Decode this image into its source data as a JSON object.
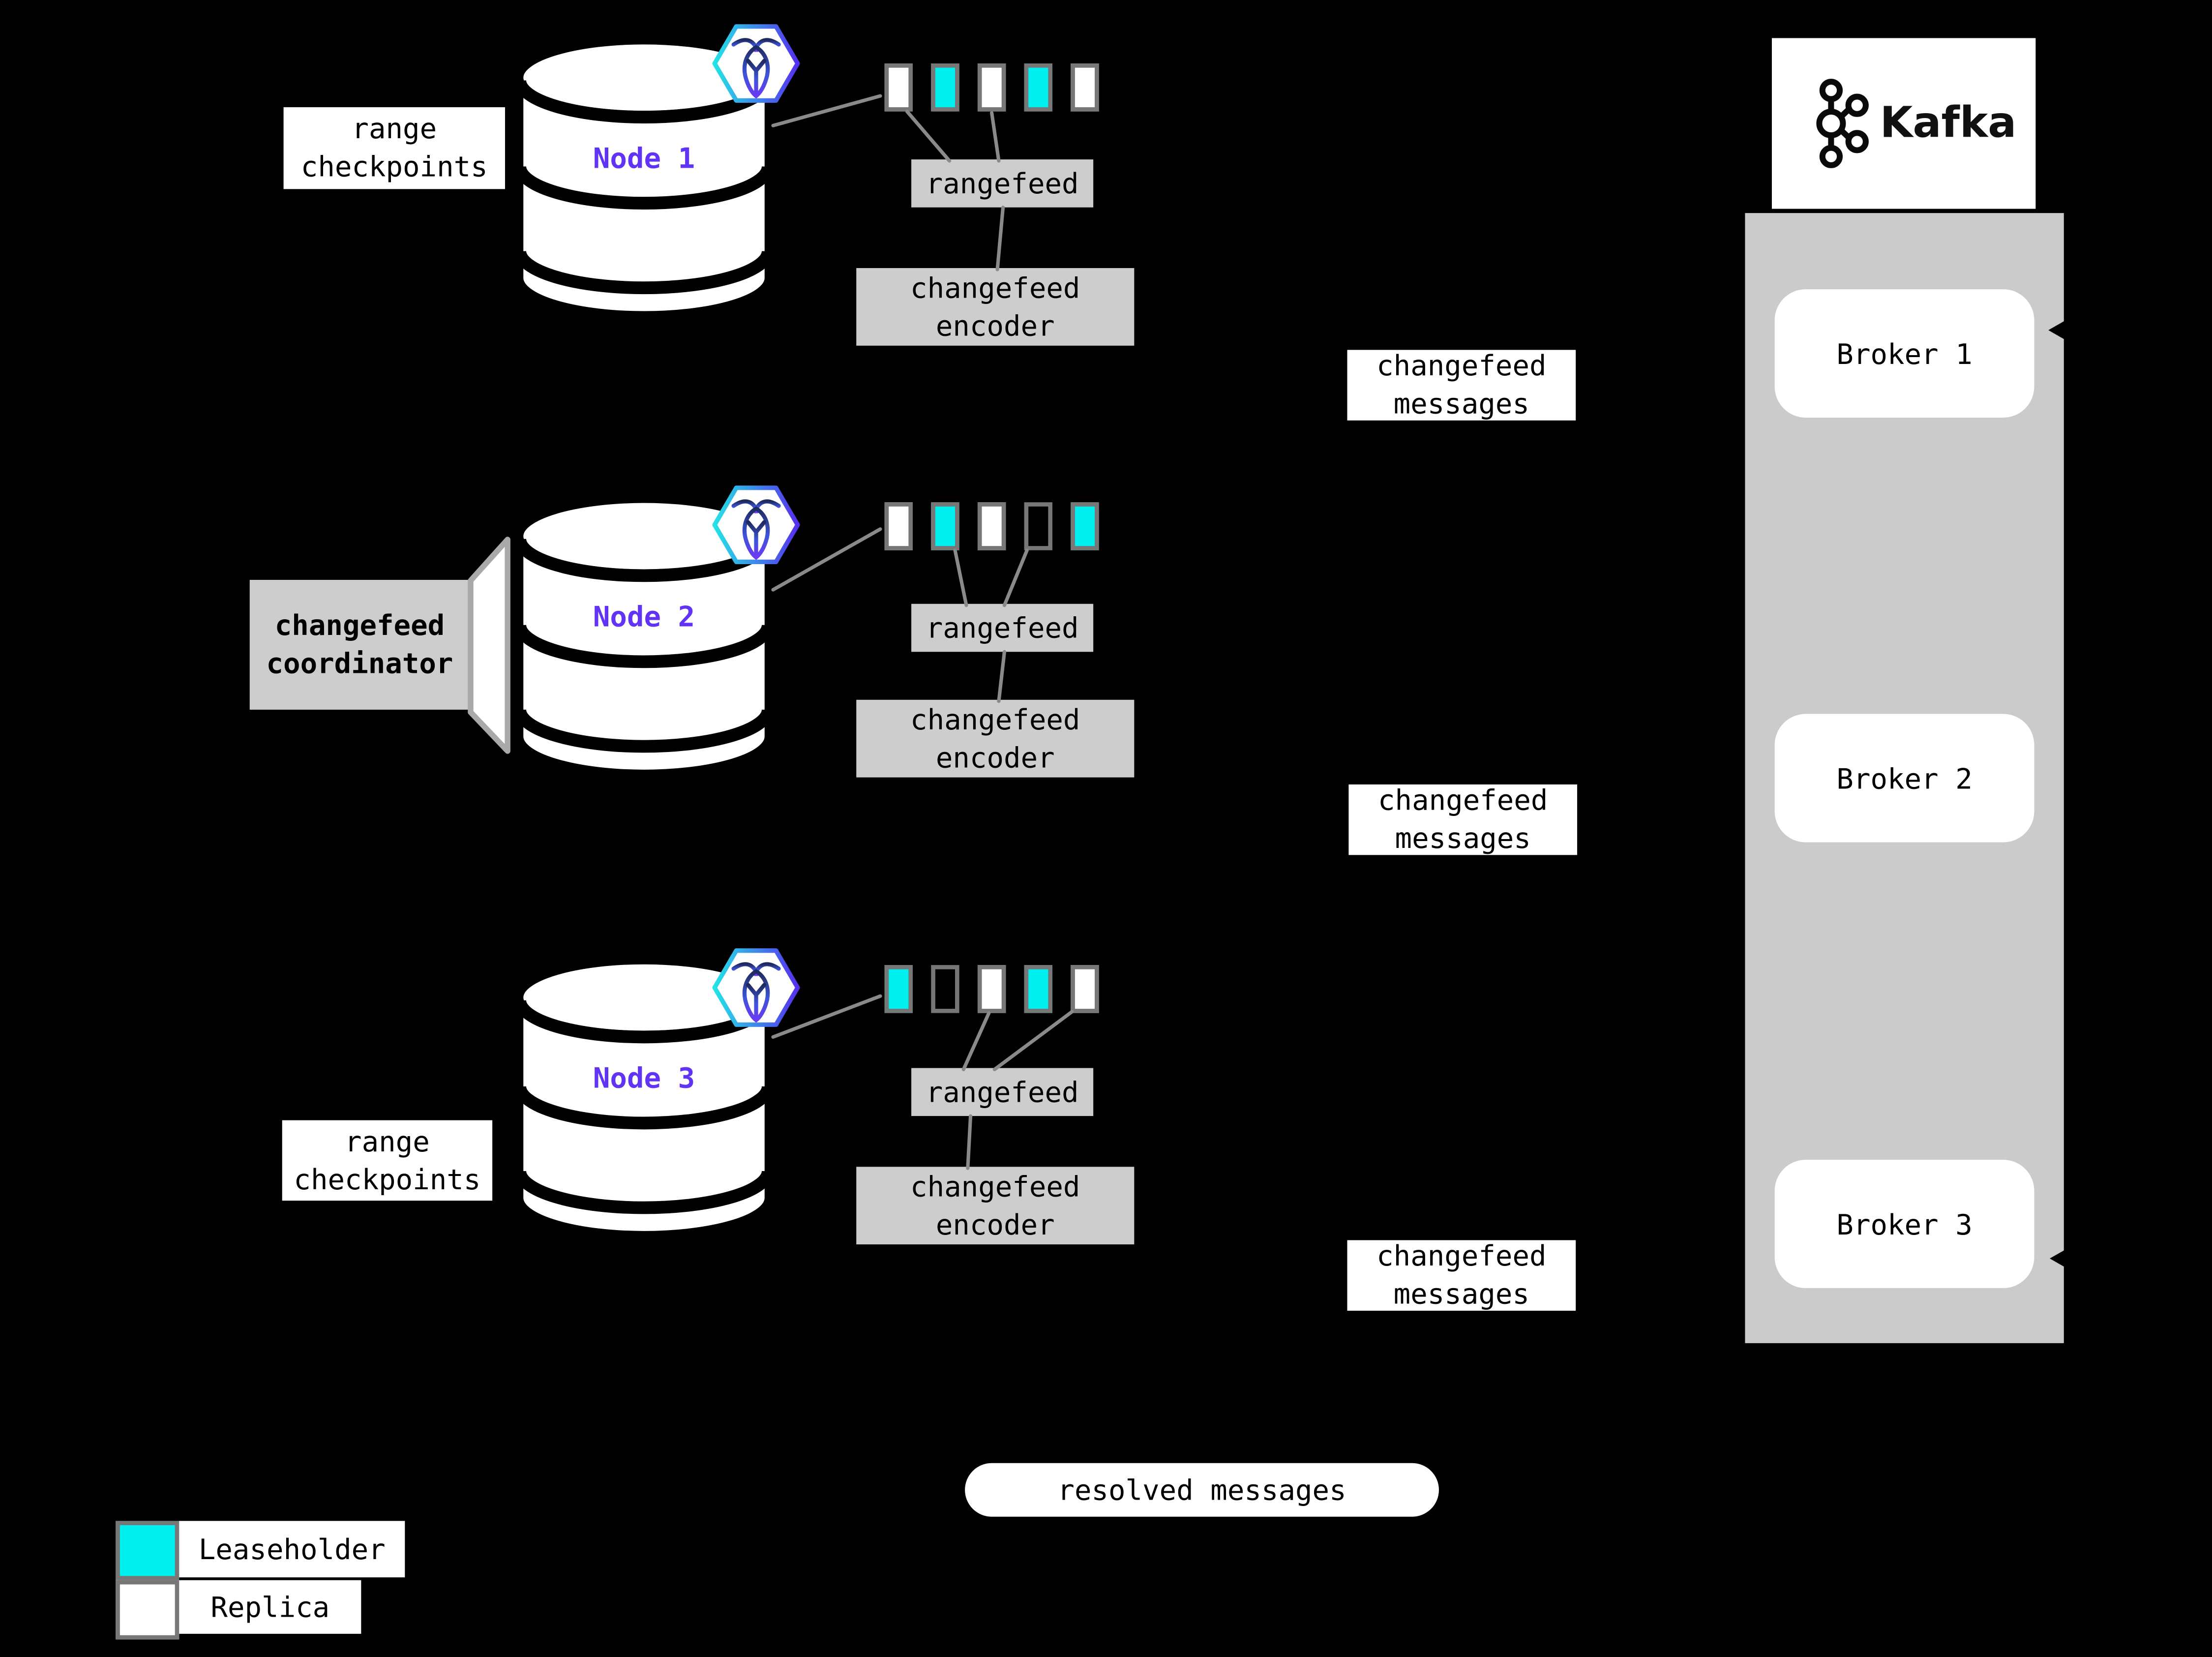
{
  "colors": {
    "bg": "#000000",
    "white": "#FFFFFF",
    "cyan": "#00EFEF",
    "purple": "#6133F4",
    "box_gray": "#CDCDCD",
    "container_gray": "#CBCBCB",
    "square_border": "#777777",
    "line_gray": "#8A8A8A",
    "callout_border": "#A9A9A9",
    "arrow_black": "#000000"
  },
  "labels": {
    "range_checkpoints": "range checkpoints",
    "changefeed_coordinator": "changefeed coordinator",
    "rangefeed": "rangefeed",
    "changefeed_encoder": "changefeed encoder",
    "changefeed_messages": "changefeed messages",
    "resolved_messages": "resolved messages"
  },
  "nodes": [
    {
      "name": "Node 1",
      "cells": [
        "replica",
        "leaseholder",
        "replica",
        "leaseholder",
        "replica"
      ]
    },
    {
      "name": "Node 2",
      "cells": [
        "replica",
        "leaseholder",
        "replica",
        "empty",
        "leaseholder"
      ]
    },
    {
      "name": "Node 3",
      "cells": [
        "leaseholder",
        "empty",
        "replica",
        "leaseholder",
        "replica"
      ]
    }
  ],
  "kafka": {
    "logo_text": "Kafka",
    "brokers": [
      {
        "label": "Broker 1"
      },
      {
        "label": "Broker 2"
      },
      {
        "label": "Broker 3"
      }
    ]
  },
  "legend": {
    "items": [
      {
        "label": "Leaseholder",
        "kind": "leaseholder"
      },
      {
        "label": "Replica",
        "kind": "replica"
      }
    ]
  }
}
